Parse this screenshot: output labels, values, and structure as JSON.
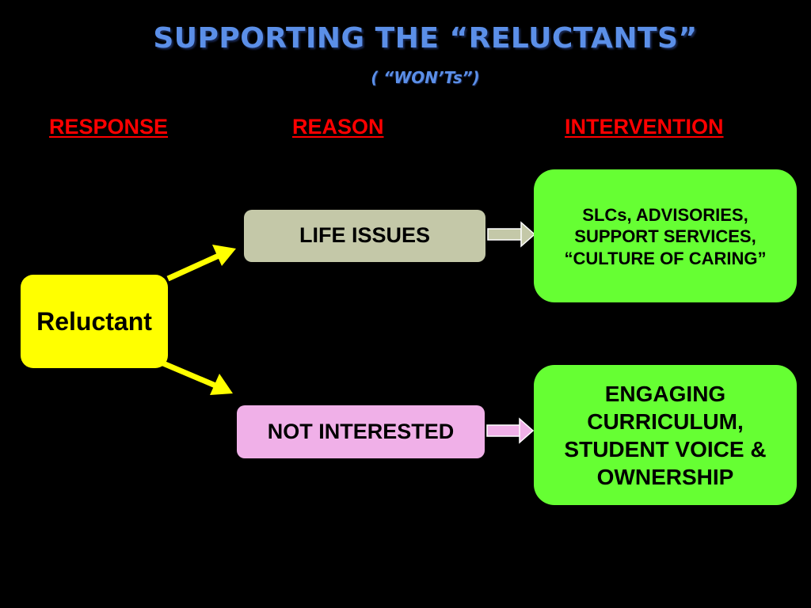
{
  "title": "SUPPORTING THE “RELUCTANTS”",
  "subtitle": "( “WON’Ts”)",
  "columns": {
    "response": "RESPONSE",
    "reason": "REASON",
    "intervention": "INTERVENTION"
  },
  "response": "Reluctant",
  "reasons": [
    "LIFE ISSUES",
    "NOT INTERESTED"
  ],
  "interventions": [
    {
      "lines": [
        "SLCs, ADVISORIES,",
        "SUPPORT SERVICES,",
        "“CULTURE OF CARING”"
      ]
    },
    {
      "lines": [
        "ENGAGING",
        "CURRICULUM,",
        "STUDENT VOICE &",
        "OWNERSHIP"
      ]
    }
  ],
  "colors": {
    "background": "#000000",
    "title": "#5b8fe8",
    "column_heading": "#ff0000",
    "response_box": "#ffff00",
    "reason_life_box": "#c4c8a8",
    "reason_notint_box": "#f0b0e8",
    "intervention_box": "#66ff33",
    "arrow_yellow": "#ffff00",
    "arrow_grey": "#c4c8a8",
    "arrow_pink": "#f0b0e8"
  }
}
